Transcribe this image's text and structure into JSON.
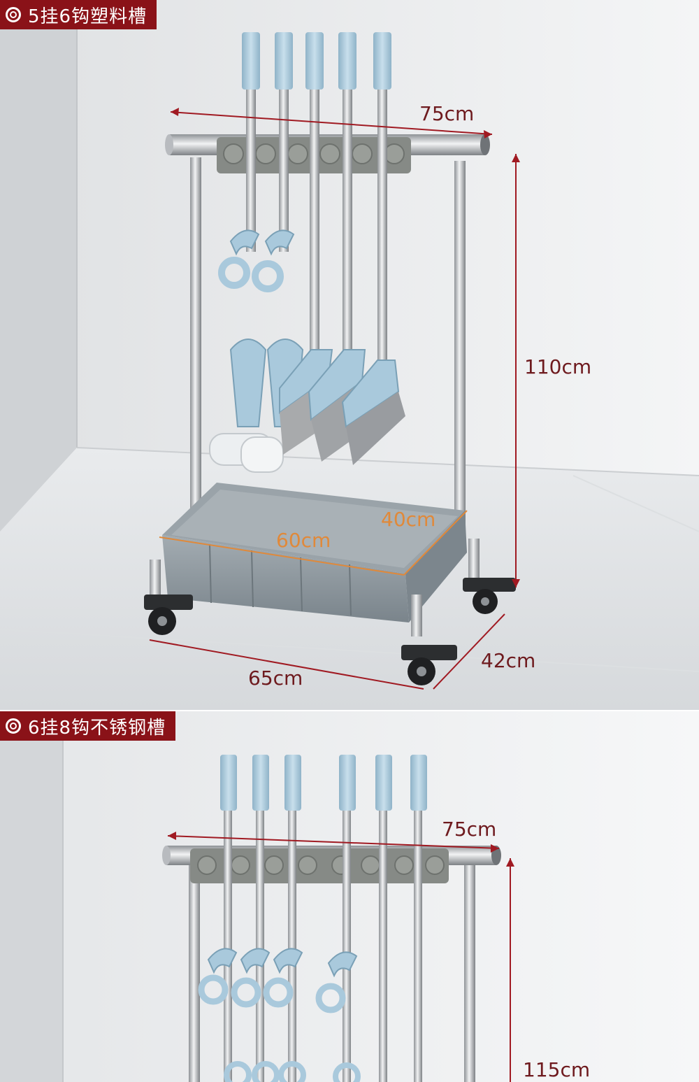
{
  "sections": [
    {
      "tag": "5挂6钩塑料槽",
      "width_label": "75cm",
      "height_label": "110cm",
      "tray_length_label": "60cm",
      "tray_width_label": "40cm",
      "base_length_label": "65cm",
      "base_depth_label": "42cm"
    },
    {
      "tag": "6挂8钩不锈钢槽",
      "width_label": "75cm",
      "height_label": "115cm"
    }
  ],
  "colors": {
    "tag_bg": "#8a1218",
    "dimension_line": "#a01a22",
    "inner_dimension": "#e0893a",
    "handle": "#a9c9dc",
    "steel": "#c9ccd0",
    "tray": "#8b959c"
  }
}
